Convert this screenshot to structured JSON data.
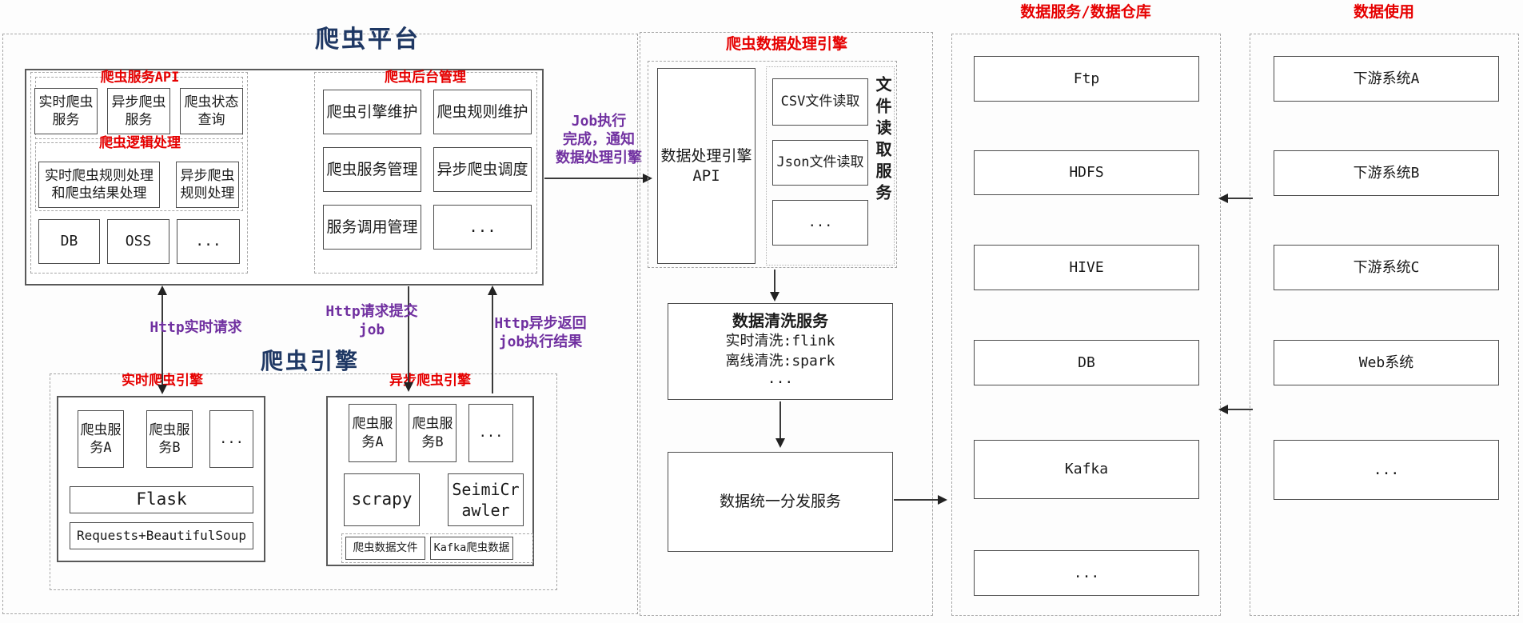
{
  "colors": {
    "accent_red": "#e60000",
    "accent_purple": "#7030a0",
    "title_navy": "#1f3864",
    "line": "#3a3a3a"
  },
  "platform": {
    "title": "爬虫平台",
    "api": {
      "label": "爬虫服务API",
      "boxes": [
        "实时爬虫服务",
        "异步爬虫服务",
        "爬虫状态查询"
      ]
    },
    "logic": {
      "label": "爬虫逻辑处理",
      "boxes": [
        "实时爬虫规则处理和爬虫结果处理",
        "异步爬虫规则处理"
      ]
    },
    "storage": {
      "boxes": [
        "DB",
        "OSS",
        "..."
      ]
    },
    "admin": {
      "label": "爬虫后台管理",
      "boxes": [
        "爬虫引擎维护",
        "爬虫规则维护",
        "爬虫服务管理",
        "异步爬虫调度",
        "服务调用管理",
        "..."
      ]
    }
  },
  "engine": {
    "title": "爬虫引擎",
    "realtime": {
      "label": "实时爬虫引擎",
      "services": [
        "爬虫服务A",
        "爬虫服务B",
        "..."
      ],
      "stack": [
        "Flask",
        "Requests+BeautifulSoup"
      ]
    },
    "async": {
      "label": "异步爬虫引擎",
      "services": [
        "爬虫服务A",
        "爬虫服务B",
        "..."
      ],
      "stack": [
        "scrapy",
        "SeimiCrawler"
      ],
      "outputs": [
        "爬虫数据文件",
        "Kafka爬虫数据"
      ]
    }
  },
  "flows": {
    "http_realtime": {
      "lines": [
        "Http实时请求"
      ]
    },
    "http_submit": {
      "lines": [
        "Http请求提交",
        "job"
      ]
    },
    "http_async_return": {
      "lines": [
        "Http异步返回",
        "job执行结果"
      ]
    },
    "job_done": {
      "lines": [
        "Job执行",
        "完成，通知",
        "数据处理引擎"
      ]
    }
  },
  "processing": {
    "title": "爬虫数据处理引擎",
    "api_box": "数据处理引擎API",
    "file_service": {
      "vertical_label": "文件读取服务",
      "boxes": [
        "CSV文件读取",
        "Json文件读取",
        "..."
      ]
    },
    "cleaning": {
      "title": "数据清洗服务",
      "lines": [
        "实时清洗:flink",
        "离线清洗:spark",
        "..."
      ]
    },
    "distribution": "数据统一分发服务"
  },
  "warehouse": {
    "title": "数据服务/数据仓库",
    "boxes": [
      "Ftp",
      "HDFS",
      "HIVE",
      "DB",
      "Kafka",
      "..."
    ]
  },
  "usage": {
    "title": "数据使用",
    "boxes": [
      "下游系统A",
      "下游系统B",
      "下游系统C",
      "Web系统",
      "..."
    ]
  }
}
